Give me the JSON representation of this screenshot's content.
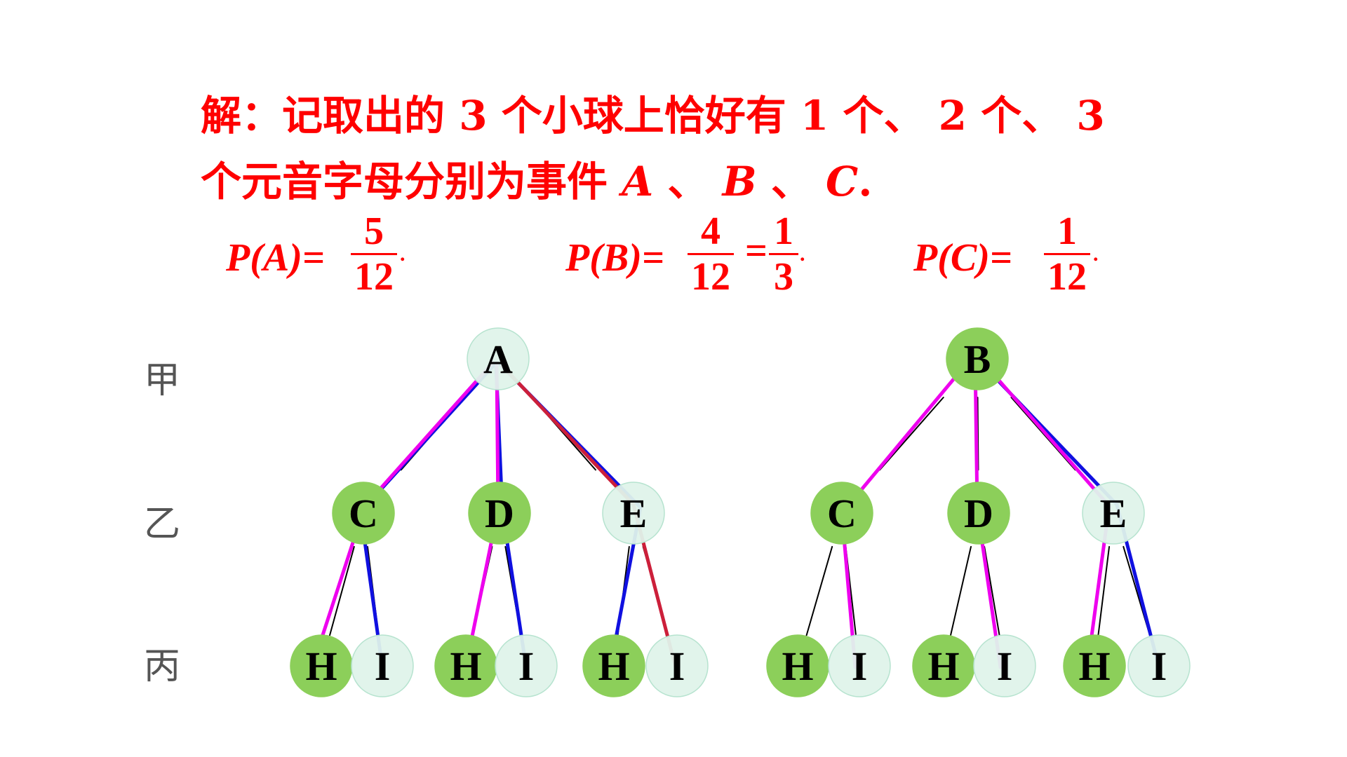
{
  "solution": {
    "line1_prefix": "解：记取出的 3 个小球上恰好有 1 个、 2 个、 3",
    "line2_prefix": "个元音字母分别为事件 ",
    "event_a": "A",
    "sep1": " 、 ",
    "event_b": "B",
    "sep2": " 、 ",
    "event_c": "C",
    "end": "."
  },
  "probabilities": {
    "pa": {
      "label": "P(A)=",
      "num": "5",
      "den": "12",
      "dot": "."
    },
    "pb": {
      "label": "P(B)=",
      "num": "4",
      "den": "12",
      "eq": "=",
      "num2": "1",
      "den2": "3",
      "dot": "."
    },
    "pc": {
      "label": "P(C)=",
      "num": "1",
      "den": "12",
      "dot": "."
    }
  },
  "levels": [
    "甲",
    "乙",
    "丙"
  ],
  "trees": [
    {
      "root": "A",
      "children": [
        {
          "label": "C",
          "leaves": [
            "H",
            "I"
          ]
        },
        {
          "label": "D",
          "leaves": [
            "H",
            "I"
          ]
        },
        {
          "label": "E",
          "leaves": [
            "H",
            "I"
          ]
        }
      ]
    },
    {
      "root": "B",
      "children": [
        {
          "label": "C",
          "leaves": [
            "H",
            "I"
          ]
        },
        {
          "label": "D",
          "leaves": [
            "H",
            "I"
          ]
        },
        {
          "label": "E",
          "leaves": [
            "H",
            "I"
          ]
        }
      ]
    }
  ],
  "colors": {
    "text_red": "#ff0000",
    "vowel_node": "#8ccf5a",
    "consonant_node": "#dff3ea",
    "path_blue": "#1010e0",
    "path_magenta": "#ee00ee",
    "path_red": "#cc1f3a"
  }
}
